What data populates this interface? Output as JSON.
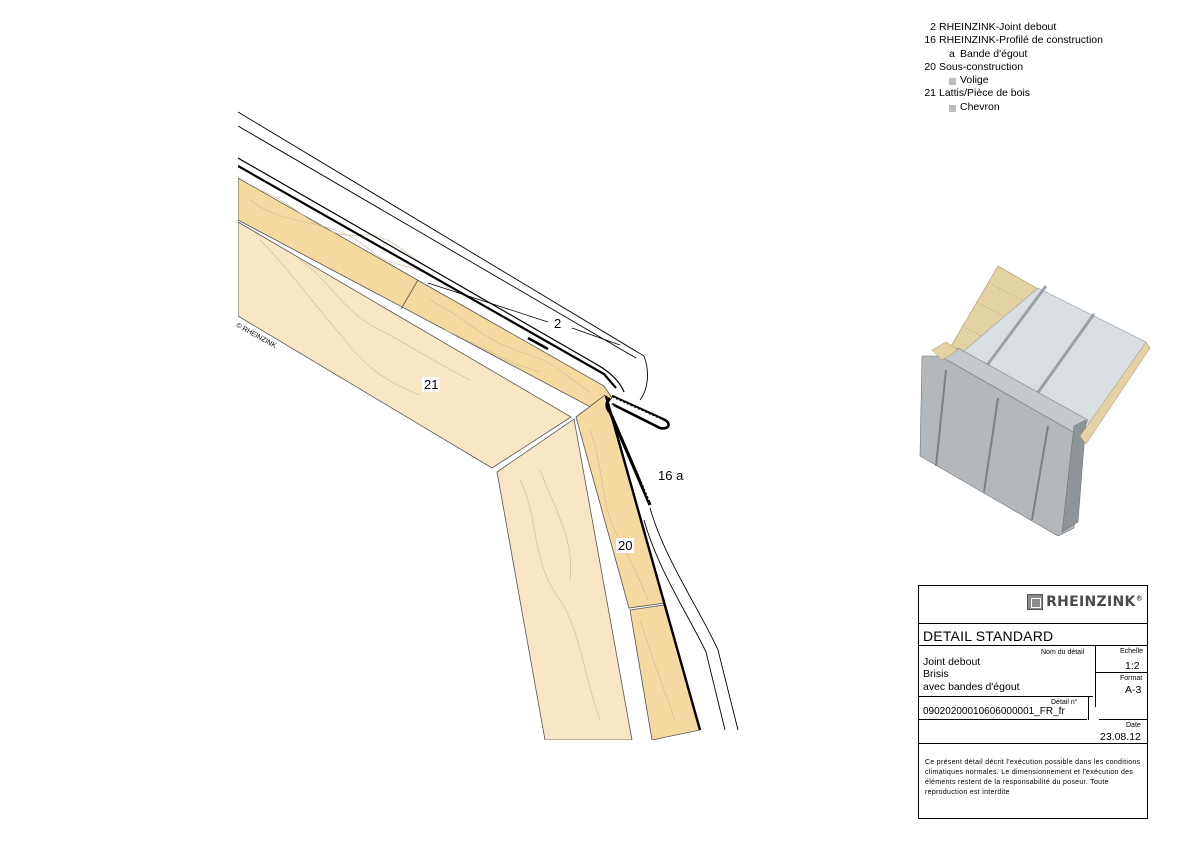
{
  "legend": [
    {
      "num": "2",
      "text": "RHEINZINK-Joint debout"
    },
    {
      "num": "16",
      "text": "RHEINZINK-Profilé de construction"
    },
    {
      "sub": "a",
      "text": "Bande d'égout"
    },
    {
      "num": "20",
      "text": "Sous-construction"
    },
    {
      "square": true,
      "text": "Volige"
    },
    {
      "num": "21",
      "text": "Lattis/Pièce de bois"
    },
    {
      "square": true,
      "text": "Chevron"
    }
  ],
  "diagram": {
    "label_2": "2",
    "label_16a": "16 a",
    "label_20": "20",
    "label_21": "21",
    "copyright": "© RHEINZINK"
  },
  "title_block": {
    "brand": "RHEINZINK",
    "brand_mark": "®",
    "heading": "DETAIL STANDARD",
    "nom_label": "Nom du détail",
    "name_lines": [
      "Joint debout",
      "Brisis",
      "avec bandes d'égout"
    ],
    "detail_no_label": "Détail n°",
    "detail_no": "09020200010606000001_FR_fr",
    "echelle_label": "Echelle",
    "echelle": "1:2",
    "format_label": "Format",
    "format": "A-3",
    "date_label": "Date",
    "date": "23.08.12",
    "note": "Ce présent détail décrit l'exécution possible dans les conditions climatiques normales. Le dimensionnement et l'exécution des éléments restent de la responsabilité du poseur. Toute reproduction est interdite"
  }
}
